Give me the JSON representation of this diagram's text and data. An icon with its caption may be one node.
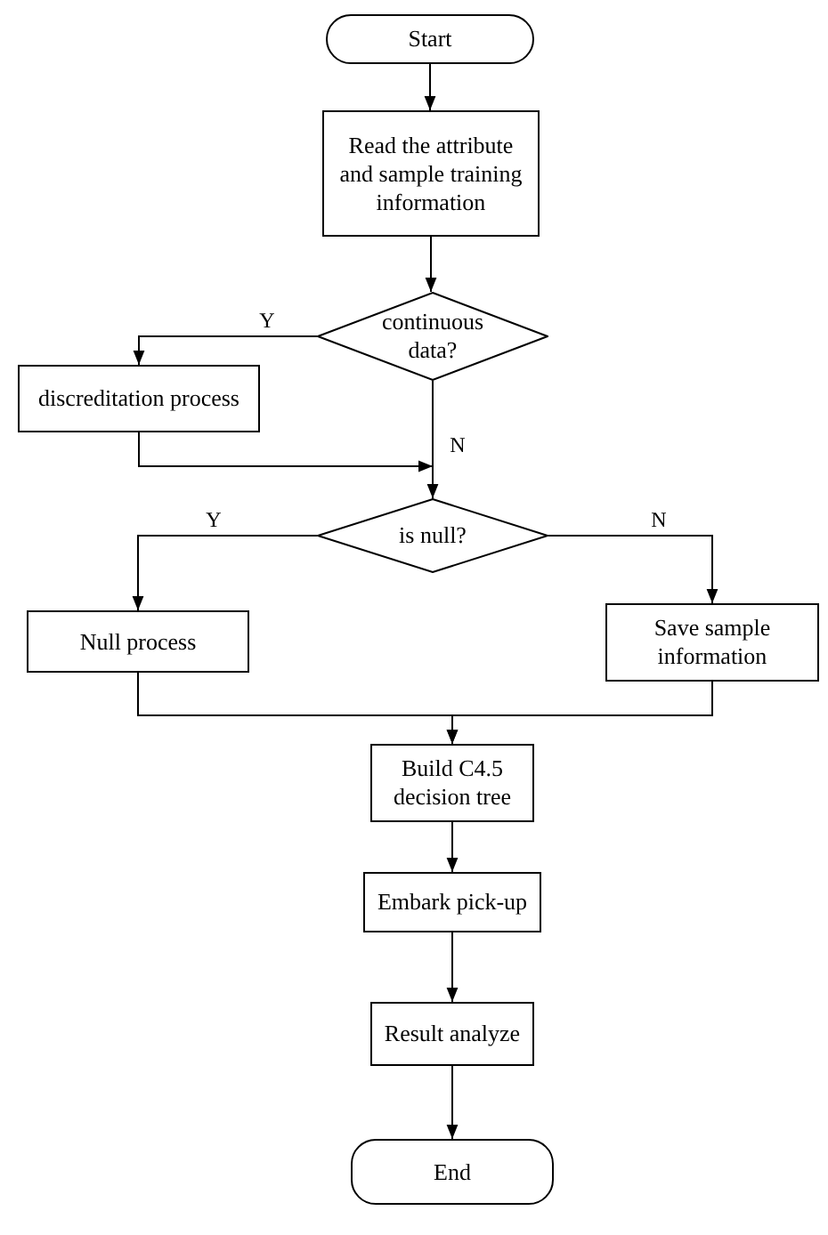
{
  "diagram": {
    "nodes": [
      {
        "text": [
          "Start"
        ]
      },
      {
        "text": [
          "Read the attribute and sample training information"
        ]
      },
      {
        "text": [
          "continuous data?"
        ]
      },
      {
        "text": [
          "discreditation process"
        ]
      },
      {
        "text": [
          "is null?"
        ]
      },
      {
        "text": [
          "Null process"
        ]
      },
      {
        "text": [
          "Save sample information"
        ]
      },
      {
        "text": [
          "Build C4.5 decision tree"
        ]
      },
      {
        "text": [
          "Embark pick-up"
        ]
      },
      {
        "text": [
          "Result analyze"
        ]
      },
      {
        "text": [
          "End"
        ]
      }
    ],
    "edges": [
      {
        "from": 0,
        "to": 1,
        "arrow": "to"
      },
      {
        "from": 1,
        "to": 2,
        "arrow": "to"
      },
      {
        "from": 2,
        "to": 3,
        "arrow": "to",
        "label": "Y"
      },
      {
        "from": 2,
        "to": 4,
        "arrow": "to",
        "label": "N"
      },
      {
        "from": 3,
        "to": 4,
        "arrow": "to"
      },
      {
        "from": 4,
        "to": 5,
        "arrow": "to",
        "label": "Y"
      },
      {
        "from": 4,
        "to": 6,
        "arrow": "to",
        "label": "N"
      },
      {
        "from": 5,
        "to": 7,
        "arrow": "to"
      },
      {
        "from": 6,
        "to": 7,
        "arrow": "to"
      },
      {
        "from": 7,
        "to": 8,
        "arrow": "to"
      },
      {
        "from": 8,
        "to": 9,
        "arrow": "to"
      },
      {
        "from": 9,
        "to": 10,
        "arrow": "to"
      }
    ]
  }
}
